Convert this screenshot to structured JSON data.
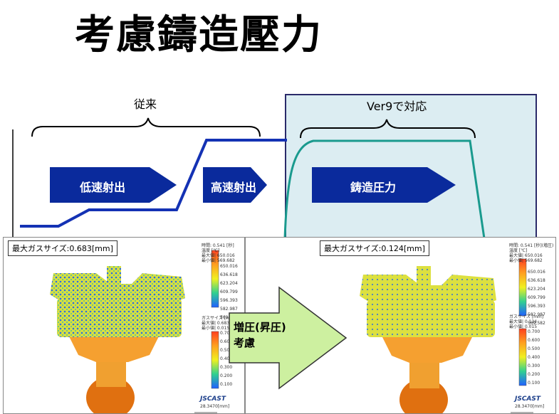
{
  "title": "考慮鑄造壓力",
  "conventional_label": "従来",
  "ver9_label": "Ver9で対応",
  "phases": {
    "low_speed": "低速射出",
    "high_speed": "高速射出",
    "casting_pressure": "鋳造圧力"
  },
  "colors": {
    "phase_arrow": "#0a2a9c",
    "pressure_line": "#1432b4",
    "teal_curve": "#1a9a8e",
    "ver9_fill": "#dcedf2",
    "green_arrow": "#cdf0a0"
  },
  "left_panel": {
    "gas_label": "最大ガスサイズ:0.683[mm]",
    "legend_header": [
      "時間: 0.541 [秒]",
      "温度 [℃]",
      "最大値| 650.016",
      "最小値| 569.682"
    ],
    "temp_scale": [
      "650.016",
      "636.618",
      "623.204",
      "609.799",
      "596.393",
      "582.987",
      "569.582"
    ],
    "gas_header": [
      "ガスサイズ [mm]",
      "最大値| 0.683",
      "最小値| 0.015"
    ],
    "gas_scale": [
      "0.700",
      "0.600",
      "0.500",
      "0.400",
      "0.300",
      "0.200",
      "0.100"
    ],
    "brand": "JSCAST",
    "brand_sub": "28.3470[mm]"
  },
  "right_panel": {
    "gas_label": "最大ガスサイズ:0.124[mm]",
    "legend_header": [
      "時間: 0.541 [秒](増圧)",
      "温度 [℃]",
      "最大値| 650.016",
      "最小値| 569.682"
    ],
    "temp_scale": [
      "650.016",
      "636.618",
      "623.204",
      "609.799",
      "596.393",
      "582.987",
      "569.582"
    ],
    "gas_header": [
      "ガスサイズ [mm]",
      "最大値| 0.124",
      "最小値| 0.015"
    ],
    "gas_scale": [
      "0.700",
      "0.600",
      "0.500",
      "0.400",
      "0.300",
      "0.200",
      "0.100"
    ],
    "brand": "JSCAST",
    "brand_sub": "28.3470[mm]"
  },
  "green_arrow": {
    "line1": "増圧(昇圧)",
    "line2": "考慮"
  }
}
